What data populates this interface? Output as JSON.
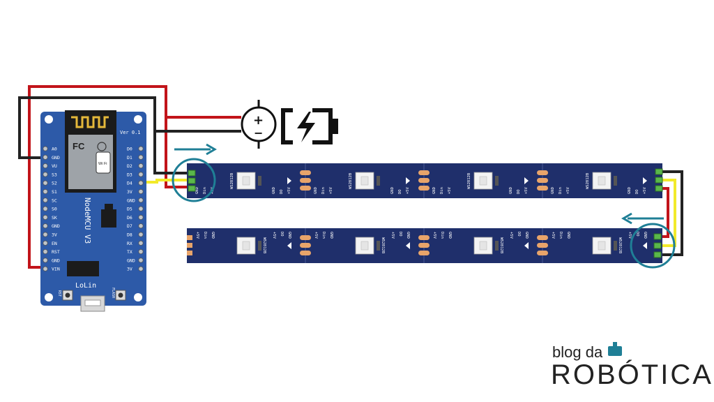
{
  "colors": {
    "board": "#2d5aa8",
    "strip": "#1f2f6b",
    "wire_power": "#c2141a",
    "wire_ground": "#222222",
    "wire_data": "#f2ea2a",
    "highlight": "#1f7f96",
    "pad": "#e8a46a"
  },
  "board": {
    "name": "NodeMCU V3",
    "brand": "LoLin",
    "version": "Ver 0.1",
    "wifi_badge": "Wi Fi",
    "left_pins": [
      "A0",
      "GND",
      "VU",
      "S3",
      "S2",
      "S1",
      "SC",
      "S0",
      "SK",
      "GND",
      "3V",
      "EN",
      "RST",
      "GND",
      "VIN"
    ],
    "right_pins": [
      "D0",
      "D1",
      "D2",
      "D3",
      "D4",
      "3V",
      "GND",
      "D5",
      "D6",
      "D7",
      "D8",
      "RX",
      "TX",
      "GND",
      "3V"
    ],
    "button_rst": "RST",
    "button_flash": "FLASH"
  },
  "battery": {
    "symbol_plus": "+",
    "symbol_minus": "−",
    "icon": "battery-charging-icon"
  },
  "strip": {
    "chip_label": "WS2812B",
    "pins_top": [
      "GND",
      "Din",
      "+5V"
    ],
    "pins_top_out": [
      "GND",
      "DO",
      "+5V"
    ],
    "pins_bottom": [
      "+5V",
      "Din",
      "GND"
    ],
    "pins_bottom_out": [
      "+5V",
      "DO",
      "GND"
    ]
  },
  "logo": {
    "line1": "blog da",
    "line2": "ROBÓTICA"
  }
}
